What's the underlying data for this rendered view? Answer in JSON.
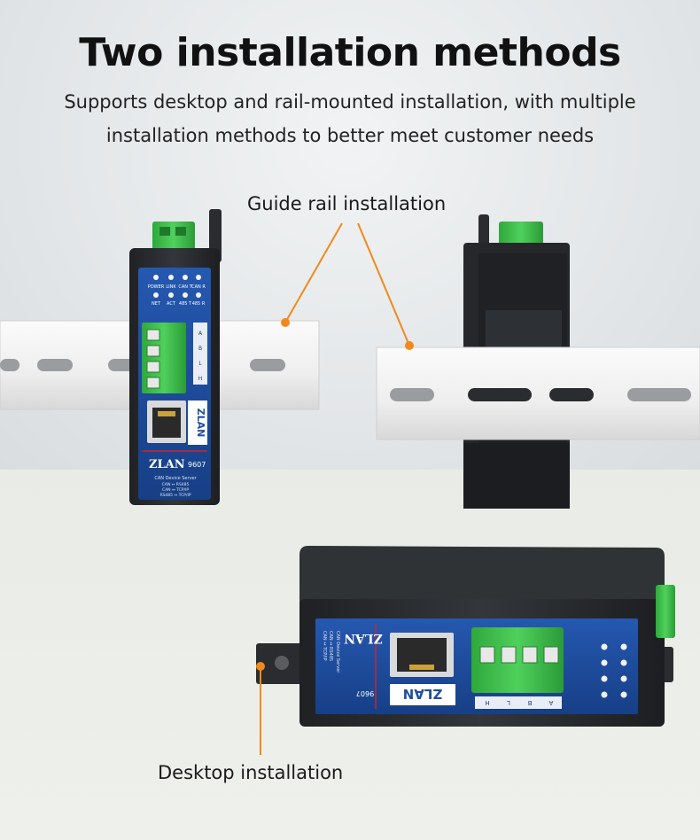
{
  "header": {
    "title": "Two installation methods",
    "subtitle_line1": "Supports desktop and rail-mounted installation, with multiple",
    "subtitle_line2": "installation methods to better meet customer needs"
  },
  "callouts": {
    "rail_label": "Guide rail installation",
    "desktop_label": "Desktop installation"
  },
  "device": {
    "brand": "ZLAN",
    "model": "9607",
    "product": "CAN Device Server",
    "spec_lines": [
      "CAN ↔ RS485",
      "CAN ↔ TCP/IP",
      "RS485 ↔ TCP/IP"
    ],
    "led_labels_top": [
      "POWER",
      "LINK",
      "CAN T",
      "CAN R"
    ],
    "led_labels_bottom": [
      "NET",
      "ACT",
      "485 T",
      "485 R"
    ],
    "terminal_pins": [
      "A",
      "B",
      "L",
      "H"
    ]
  },
  "colors": {
    "accent": "#f08a1c",
    "terminal_green": "#3dbb4a",
    "panel_blue": "#1f4fa0",
    "housing": "#2a2c2f"
  }
}
